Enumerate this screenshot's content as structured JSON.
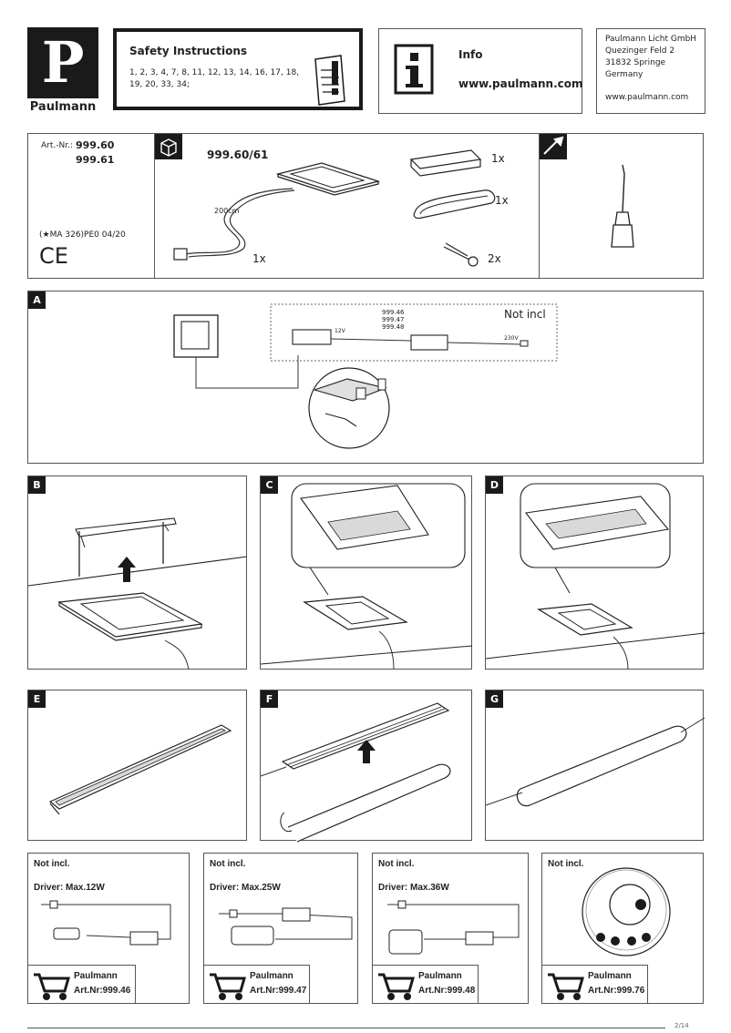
{
  "header": {
    "brand": {
      "logo_letter": "P",
      "name": "Paulmann"
    },
    "safety": {
      "title": "Safety Instructions",
      "numbers_line1": "1, 2, 3, 4, 7, 8, 11, 12, 13, 14, 16, 17, 18,",
      "numbers_line2": "19, 20, 33, 34;",
      "icon": "document-warning-icon"
    },
    "info": {
      "title": "Info",
      "url": "www.paulmann.com",
      "icon": "info-icon"
    },
    "address": {
      "line1": "Paulmann Licht GmbH",
      "line2": "Quezinger Feld 2",
      "line3": "31832 Springe",
      "line4": "Germany",
      "web": "www.paulmann.com"
    }
  },
  "contents": {
    "art_label": "Art.-Nr.:",
    "art_nr_1": "999.60",
    "art_nr_2": "999.61",
    "certificate": "(★MA 326)PE0 04/20",
    "ce_mark": "CE",
    "package_title": "999.60/61",
    "cable_length": "200cm",
    "qty_panel": "1x",
    "qty_driver": "1x",
    "qty_cover": "1x",
    "qty_screws": "2x",
    "box_icon": "package-icon",
    "tool_icon": "screwdriver-icon"
  },
  "step_a": {
    "label": "A",
    "models_1": "999.46",
    "models_2": "999.47",
    "models_3": "999.48",
    "not_included": "Not incl",
    "volt_low": "12V",
    "volt_high": "230V"
  },
  "steps": {
    "b": "B",
    "c": "C",
    "d": "D",
    "e": "E",
    "f": "F",
    "g": "G"
  },
  "accessories": [
    {
      "not_incl": "Not incl.",
      "driver": "Driver: Max.12W",
      "brand": "Paulmann",
      "art": "Art.Nr:999.46"
    },
    {
      "not_incl": "Not incl.",
      "driver": "Driver: Max.25W",
      "brand": "Paulmann",
      "art": "Art.Nr:999.47"
    },
    {
      "not_incl": "Not incl.",
      "driver": "Driver: Max.36W",
      "brand": "Paulmann",
      "art": "Art.Nr:999.48"
    },
    {
      "not_incl": "Not incl.",
      "driver": "",
      "brand": "Paulmann",
      "art": "Art.Nr:999.76"
    }
  ],
  "footer": {
    "page_mark": "2/14"
  },
  "colors": {
    "ink": "#1a1a1a",
    "border": "#555555",
    "panel_fill": "#d9d9d9"
  }
}
